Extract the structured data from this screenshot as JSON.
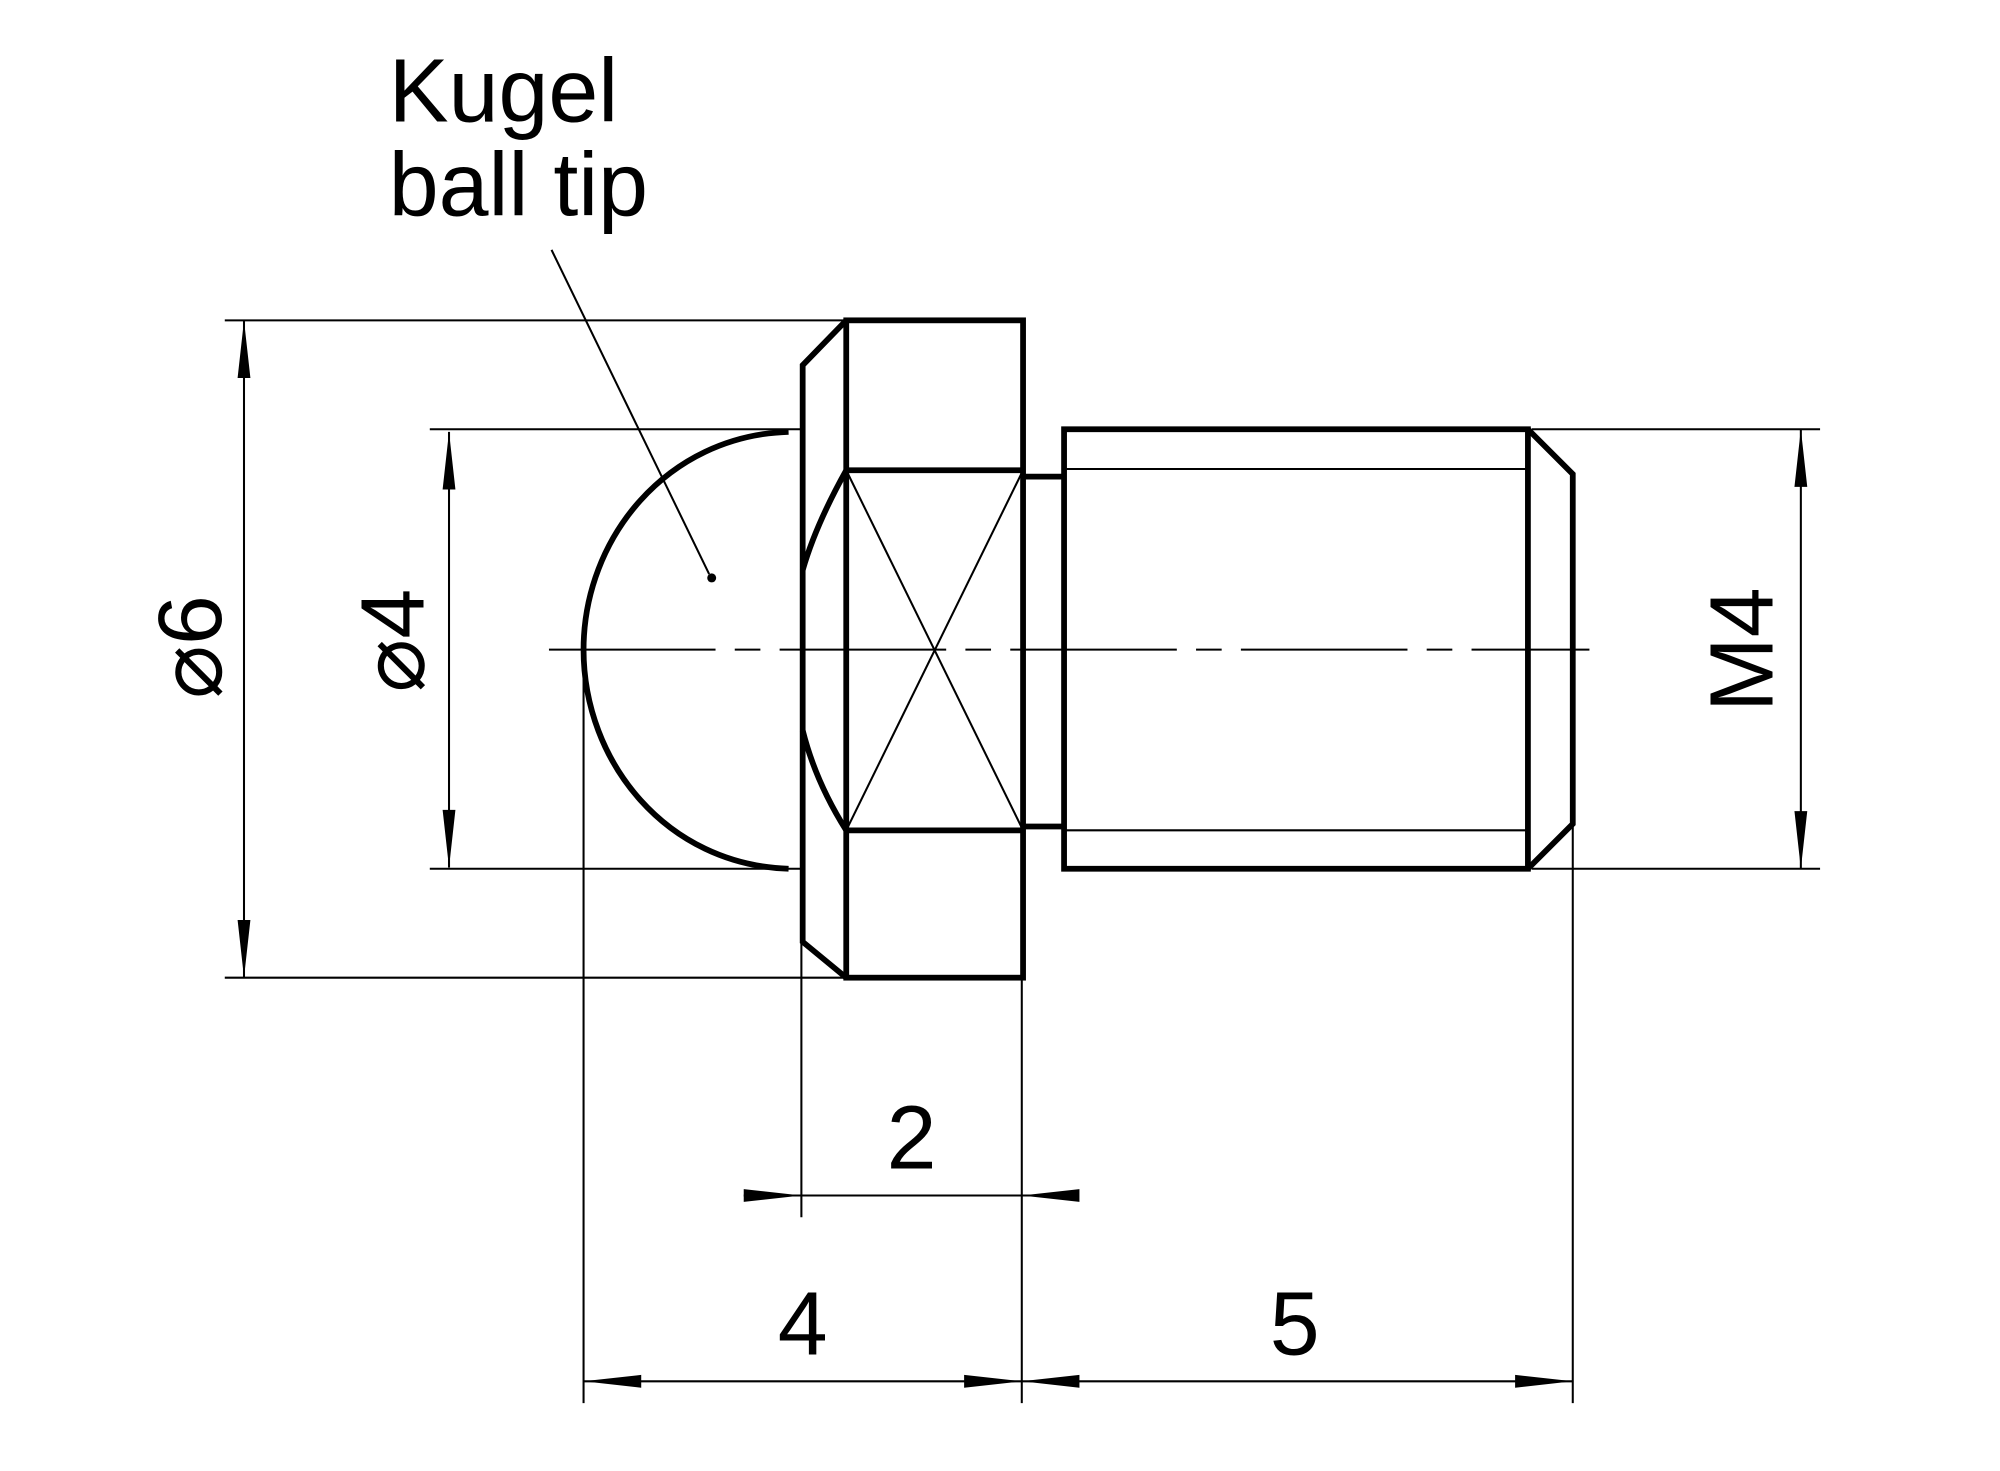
{
  "callout": {
    "line1": "Kugel",
    "line2": "ball tip"
  },
  "dimensions": {
    "outer_diameter": "⌀6",
    "ball_diameter": "⌀4",
    "thread": "M4",
    "head_length": "2",
    "ball_to_head": "4",
    "thread_length": "5"
  }
}
